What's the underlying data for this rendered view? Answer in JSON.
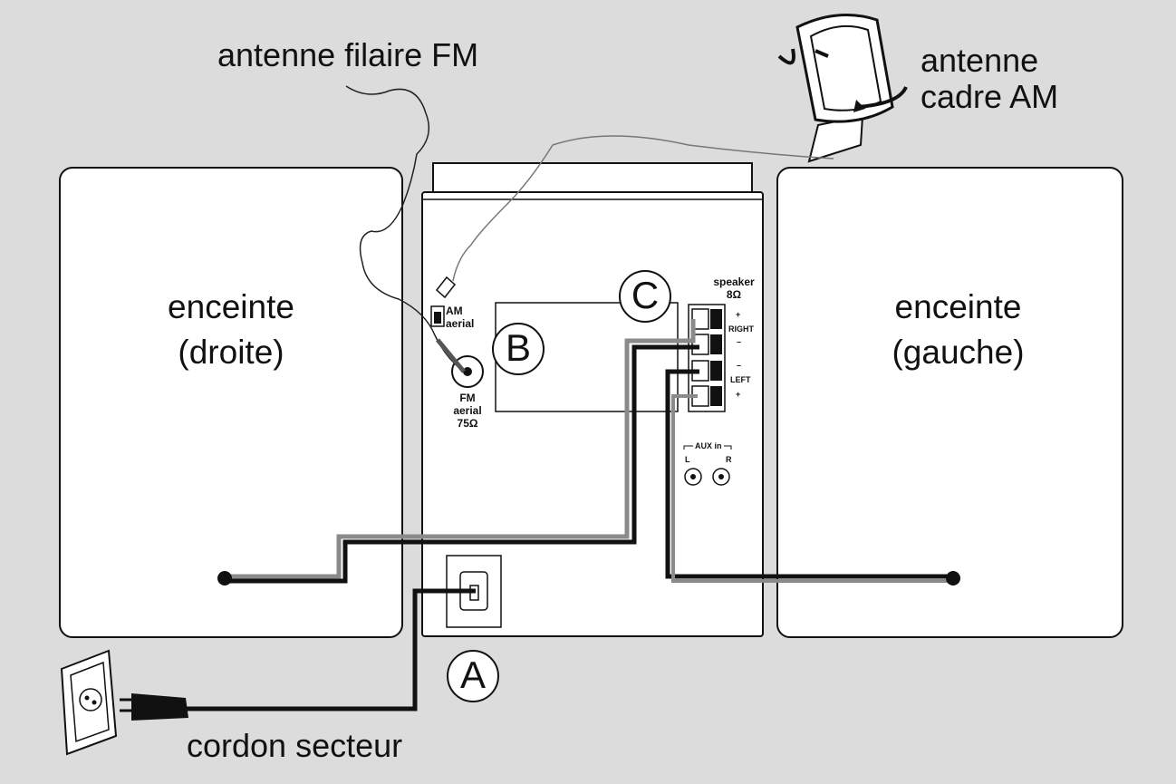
{
  "labels": {
    "fm_antenna": "antenne filaire FM",
    "am_antenna_line1": "antenne",
    "am_antenna_line2": "cadre AM",
    "power_cord": "cordon secteur"
  },
  "speakers": {
    "right_line1": "enceinte",
    "right_line2": "(droite)",
    "left_line1": "enceinte",
    "left_line2": "(gauche)"
  },
  "callouts": {
    "a": "A",
    "b": "B",
    "c": "C"
  },
  "unit_panel": {
    "am_aerial_line1": "AM",
    "am_aerial_line2": "aerial",
    "fm_aerial_line1": "FM",
    "fm_aerial_line2": "aerial",
    "fm_aerial_line3": "75Ω",
    "speaker_line1": "speaker",
    "speaker_line2": "8Ω",
    "right": "RIGHT",
    "left": "LEFT",
    "plus": "+",
    "minus": "–",
    "aux_in": "AUX in",
    "aux_l": "L",
    "aux_r": "R"
  },
  "colors": {
    "background": "#dcdcdc",
    "panel": "#ffffff",
    "line": "#111111",
    "wire_grey": "#8a8a8a"
  }
}
